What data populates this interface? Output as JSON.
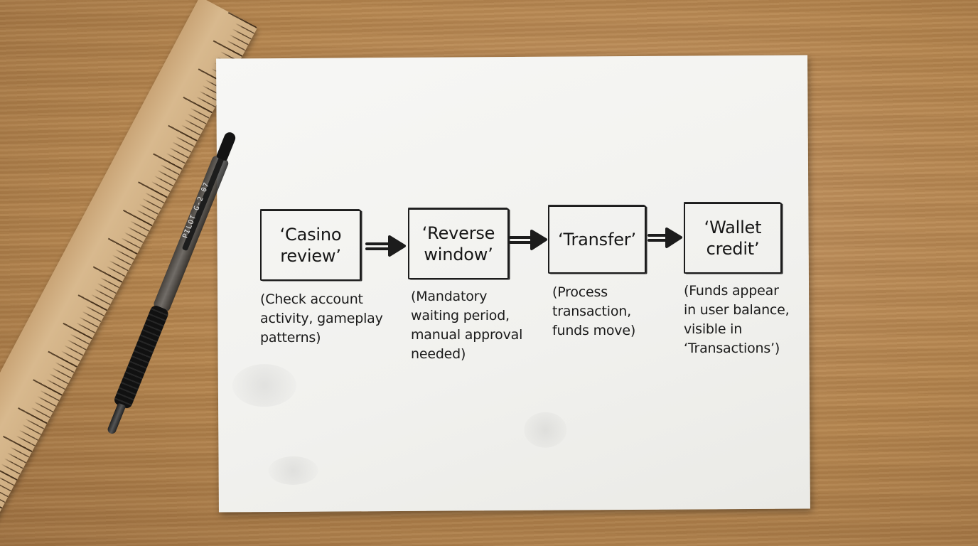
{
  "flow": {
    "steps": [
      {
        "label": "‘Casino\nreview’",
        "note": "(Check account\nactivity, gameplay\npatterns)"
      },
      {
        "label": "‘Reverse\nwindow’",
        "note": "(Mandatory\nwaiting period,\nmanual approval\nneeded)"
      },
      {
        "label": "‘Transfer’",
        "note": "(Process\ntransaction,\nfunds move)"
      },
      {
        "label": "‘Wallet\ncredit’",
        "note": "(Funds appear\nin user balance,\nvisible in\n‘Transactions’)"
      }
    ]
  },
  "pen": {
    "brand": "PILOT G-2 07"
  },
  "colors": {
    "ink": "#1c1c1c",
    "paper": "#f4f4f2",
    "desk": "#b88a56"
  }
}
